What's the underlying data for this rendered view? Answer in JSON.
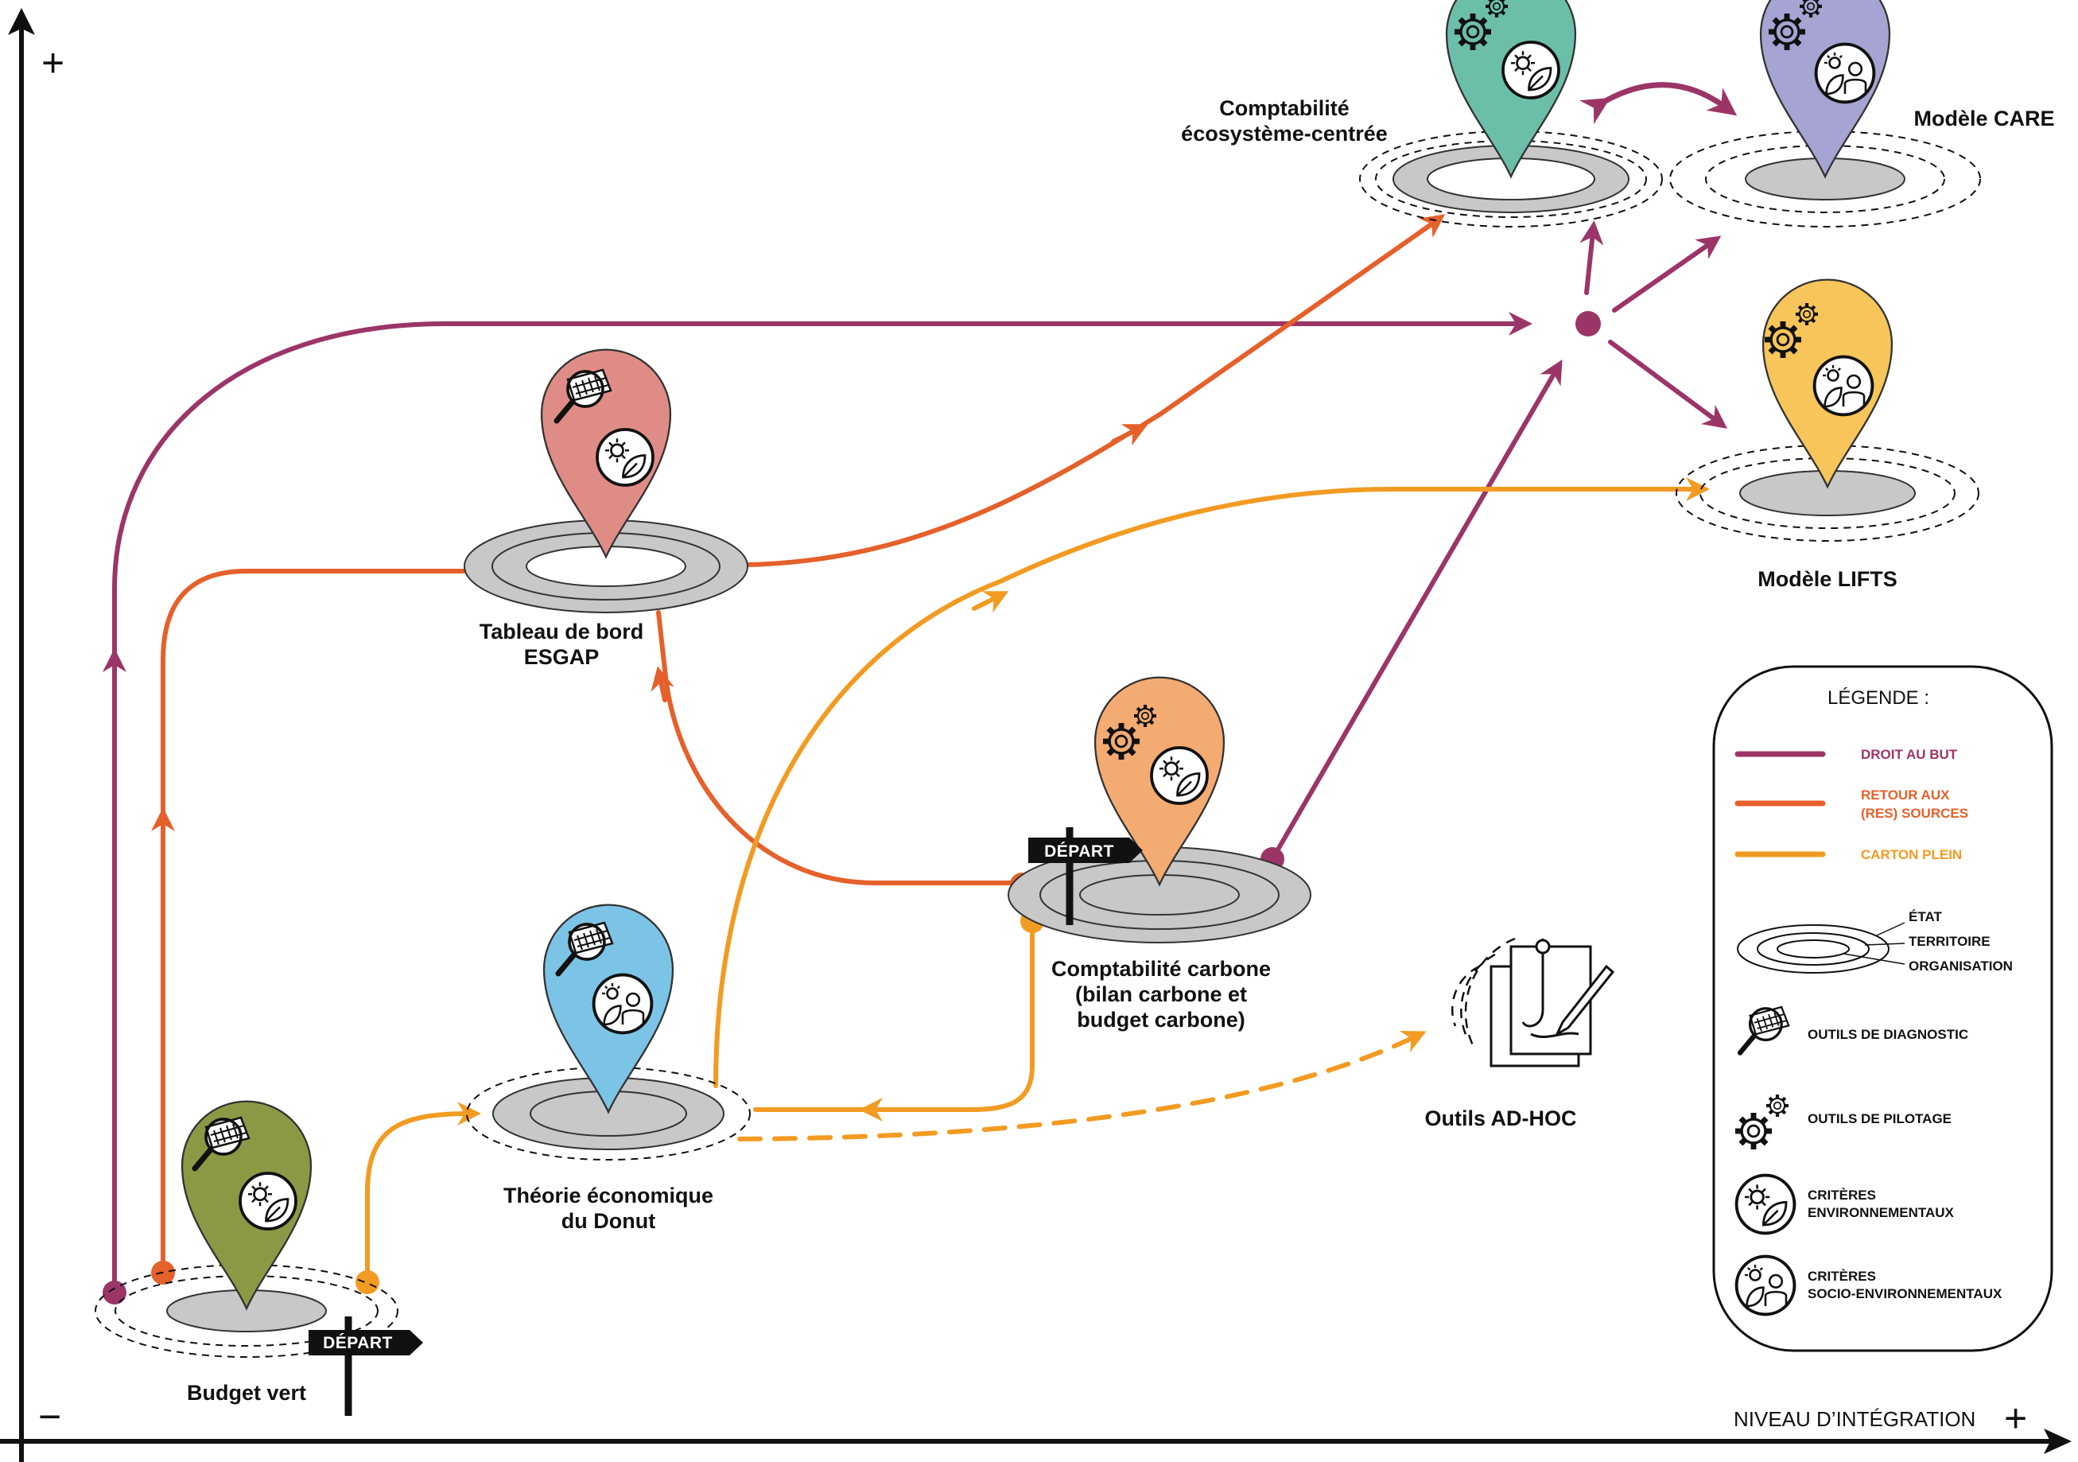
{
  "axis": {
    "y_plus": "+",
    "y_minus": "−",
    "x_title": "NIVEAU D’INTÉGRATION",
    "x_plus": "+"
  },
  "colors": {
    "droit_au_but": "#9b3568",
    "retour_aux_sources": "#e5602a",
    "carton_plein": "#f29b22"
  },
  "nodes": {
    "budget_vert": {
      "label": "Budget vert",
      "color": "#8a9a44",
      "icons": [
        "diagnostic-icon",
        "environmental-criteria-icon"
      ]
    },
    "donut": {
      "label_line1": "Théorie économique",
      "label_line2": "du Donut",
      "color": "#7cc4e6",
      "icons": [
        "diagnostic-icon",
        "socio-environmental-criteria-icon"
      ]
    },
    "esgap": {
      "label_line1": "Tableau de bord",
      "label_line2": "ESGAP",
      "color": "#df8c87",
      "icons": [
        "diagnostic-icon",
        "environmental-criteria-icon"
      ]
    },
    "carbone": {
      "label_line1": "Comptabilité carbone",
      "label_line2": "(bilan carbone et",
      "label_line3": "budget carbone)",
      "color": "#f4ab72",
      "icons": [
        "gears-icon",
        "environmental-criteria-icon"
      ]
    },
    "ecosysteme": {
      "label_line1": "Comptabilité",
      "label_line2": "écosystème-centrée",
      "color": "#6bbfa8",
      "icons": [
        "gears-icon",
        "environmental-criteria-icon"
      ]
    },
    "care": {
      "label": "Modèle CARE",
      "color": "#a6a4d2",
      "icons": [
        "gears-icon",
        "socio-environmental-criteria-icon"
      ]
    },
    "lifts": {
      "label": "Modèle LIFTS",
      "color": "#f7c559",
      "icons": [
        "gears-icon",
        "socio-environmental-criteria-icon"
      ]
    },
    "adhoc": {
      "label": "Outils AD-HOC",
      "icons": [
        "tools-sheet-icon"
      ]
    }
  },
  "depart_label": "DÉPART",
  "legend": {
    "title": "LÉGENDE :",
    "lines": [
      {
        "label": "DROIT AU BUT",
        "color": "#9b3568"
      },
      {
        "label_line1": "RETOUR AUX",
        "label_line2": "(RES) SOURCES",
        "color": "#e5602a"
      },
      {
        "label": "CARTON PLEIN",
        "color": "#f29b22"
      }
    ],
    "levels": [
      "ÉTAT",
      "TERRITOIRE",
      "ORGANISATION"
    ],
    "icons": [
      {
        "label": "OUTILS DE DIAGNOSTIC"
      },
      {
        "label": "OUTILS DE PILOTAGE"
      },
      {
        "label_line1": "CRITÈRES",
        "label_line2": "ENVIRONNEMENTAUX"
      },
      {
        "label_line1": "CRITÈRES",
        "label_line2": "SOCIO-ENVIRONNEMENTAUX"
      }
    ]
  }
}
